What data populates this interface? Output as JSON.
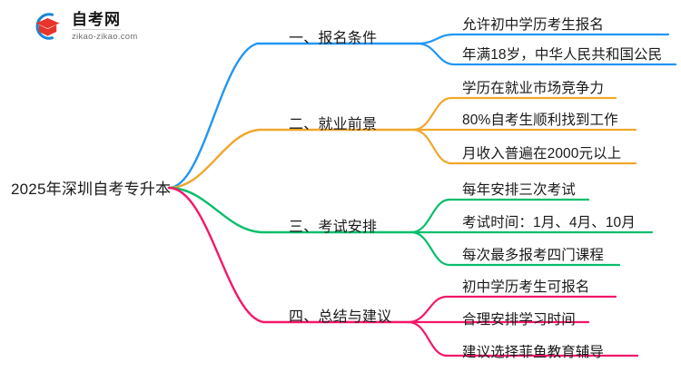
{
  "logo": {
    "title": "自考网",
    "subtitle": "zikao-zikao.com",
    "mark_icon": "graduation-cap-icon",
    "arc_color": "#1B86D6",
    "cap_color": "#E8342B"
  },
  "mindmap": {
    "root": {
      "label": "2025年深圳自考专升本"
    },
    "branches": [
      {
        "index": 1,
        "label": "一、报名条件",
        "color": "#2196F3",
        "leaves": [
          "允许初中学历考生报名",
          "年满18岁，中华人民共和国公民"
        ]
      },
      {
        "index": 2,
        "label": "二、就业前景",
        "color": "#F0A72B",
        "leaves": [
          "学历在就业市场竞争力",
          "80%自考生顺利找到工作",
          "月收入普遍在2000元以上"
        ]
      },
      {
        "index": 3,
        "label": "三、考试安排",
        "color": "#07BE6B",
        "leaves": [
          "每年安排三次考试",
          "考试时间：1月、4月、10月",
          "每次最多报考四门课程"
        ]
      },
      {
        "index": 4,
        "label": "四、总结与建议",
        "color": "#F5166B",
        "leaves": [
          "初中学历考生可报名",
          "合理安排学习时间",
          "建议选择菲鱼教育辅导"
        ]
      }
    ]
  }
}
